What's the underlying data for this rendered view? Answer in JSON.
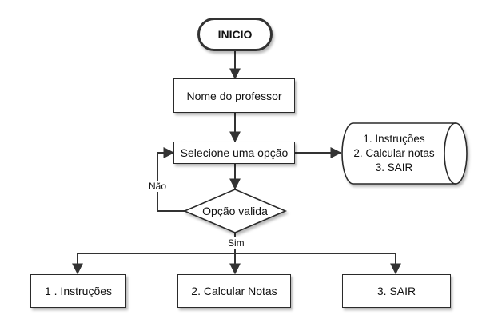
{
  "start": "INICIO",
  "professor_name": "Nome do professor",
  "select_option": "Selecione uma opção",
  "decision": "Opção valida",
  "label_no": "Não",
  "label_yes": "Sim",
  "menu_display": [
    "1. Instruções",
    "2. Calcular notas",
    "3. SAIR"
  ],
  "outcomes": [
    "1 . Instruções",
    "2. Calcular Notas",
    "3. SAIR"
  ]
}
